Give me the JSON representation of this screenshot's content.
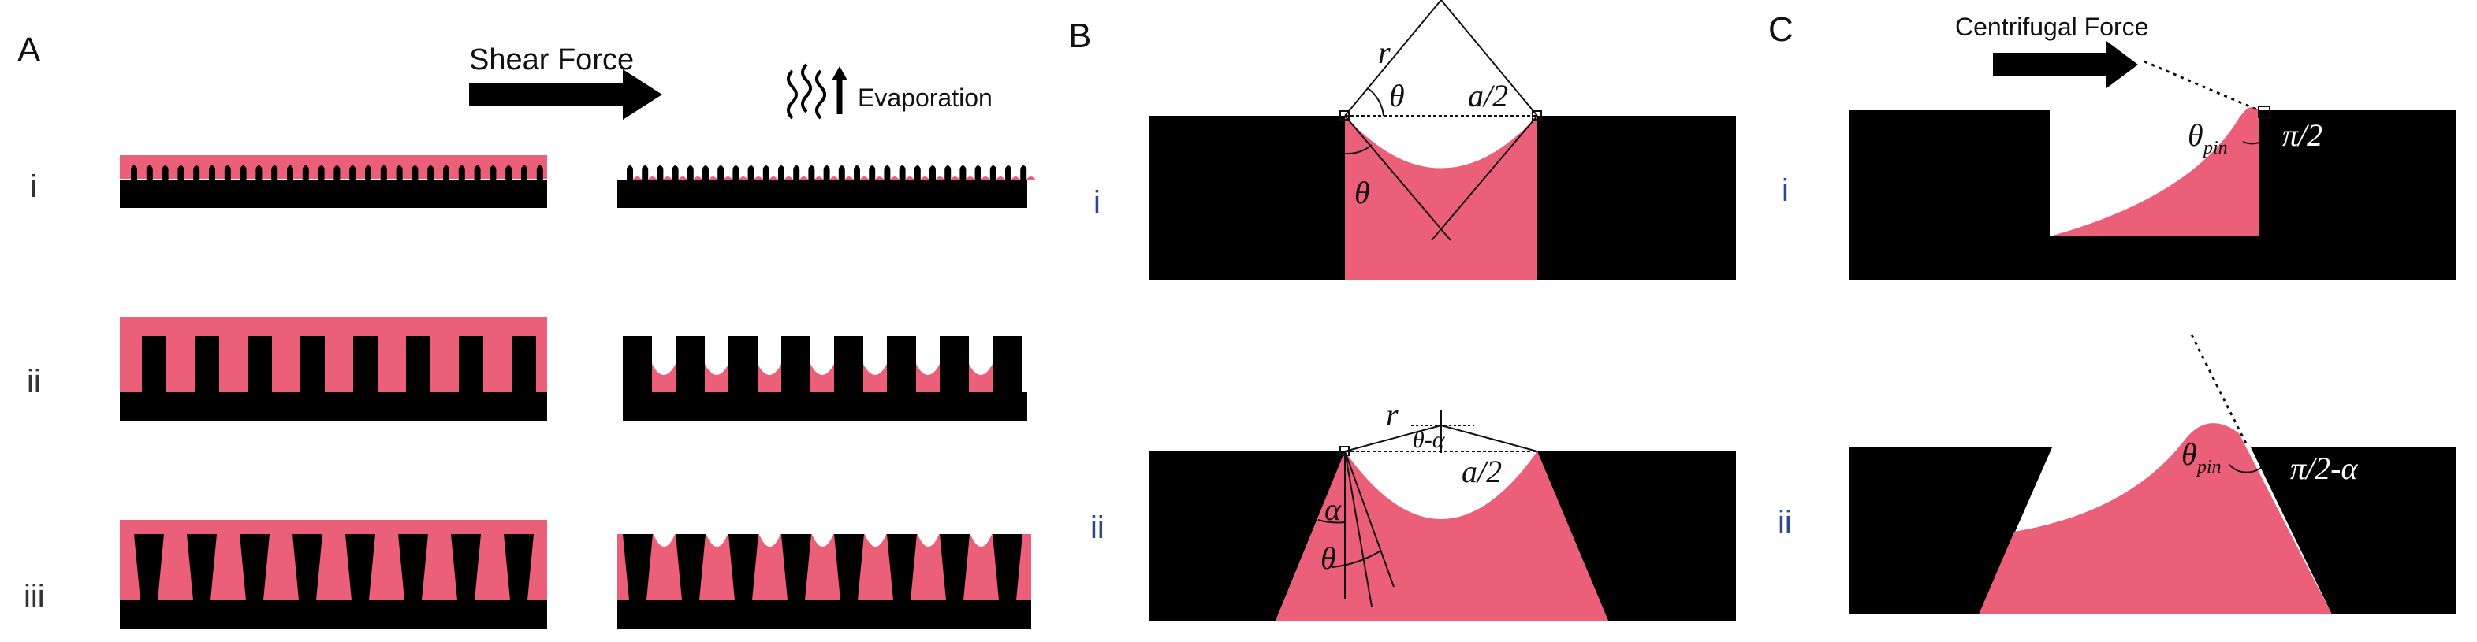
{
  "colors": {
    "liquid": "#ec5f78",
    "substrate": "#000000",
    "background": "#ffffff",
    "line": "#111111"
  },
  "panels": {
    "A": {
      "letter": "A",
      "shear_label": "Shear Force",
      "evaporation_label": "Evaporation",
      "rows": [
        "i",
        "ii",
        "iii"
      ]
    },
    "B": {
      "letter": "B",
      "rows": [
        "i",
        "ii"
      ],
      "i": {
        "r": "r",
        "theta_top": "θ",
        "half_width": "a/2",
        "theta_side": "θ"
      },
      "ii": {
        "r": "r",
        "theta_minus_alpha": "θ-α",
        "half_width": "a/2",
        "alpha": "α",
        "theta": "θ"
      }
    },
    "C": {
      "letter": "C",
      "force_label": "Centrifugal Force",
      "rows": [
        "i",
        "ii"
      ],
      "i": {
        "theta": "θ",
        "pin": "pin",
        "angle": "π/2"
      },
      "ii": {
        "theta": "θ",
        "pin": "pin",
        "angle": "π/2-α"
      }
    }
  }
}
